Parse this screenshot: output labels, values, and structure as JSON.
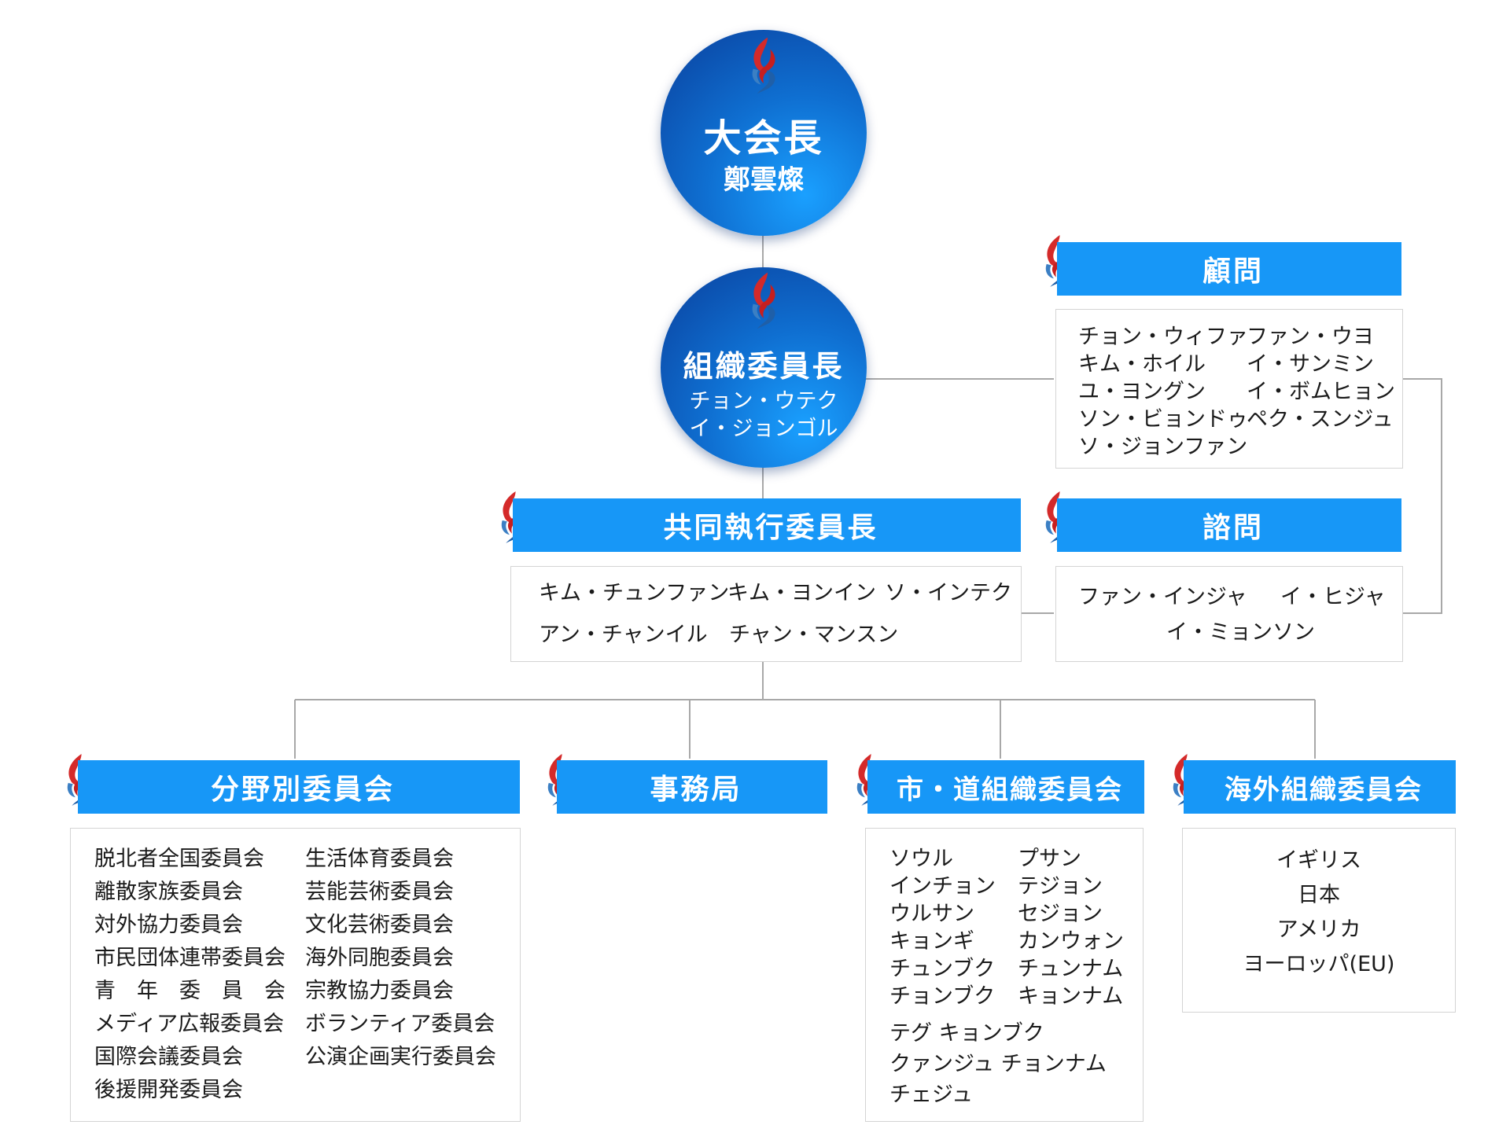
{
  "top": {
    "title": "大会長",
    "name": "鄭雲燦"
  },
  "organizing": {
    "title": "組織委員長",
    "names": [
      "チョン・ウテク",
      "イ・ジョンゴル"
    ]
  },
  "advisor": {
    "title": "顧問",
    "col1": [
      "チョン・ウィファ",
      "キム・ホイル",
      "ユ・ヨングン",
      "ソン・ビョンドゥ",
      "ソ・ジョンファン"
    ],
    "col2": [
      "ファン・ウヨ",
      "イ・サンミン",
      "イ・ボムヒョン",
      "ペク・スンジュ"
    ]
  },
  "consultant": {
    "title": "諮問",
    "names": [
      "ファン・インジャ",
      "イ・ヒジャ",
      "イ・ミョンソン"
    ]
  },
  "co_chairs": {
    "title": "共同執行委員長",
    "row1": [
      "キム・チュンファン",
      "キム・ヨンイン",
      "ソ・インテク"
    ],
    "row2": [
      "アン・チャンイル",
      "チャン・マンスン"
    ]
  },
  "field_committees": {
    "title": "分野別委員会",
    "col1": [
      "脱北者全国委員会",
      "離散家族委員会",
      "対外協力委員会",
      "市民団体連帯委員会",
      "青　年　委　員　会",
      "メディア広報委員会",
      "国際会議委員会",
      "後援開発委員会"
    ],
    "col2": [
      "生活体育委員会",
      "芸能芸術委員会",
      "文化芸術委員会",
      "海外同胞委員会",
      "宗教協力委員会",
      "ボランティア委員会",
      "公演企画実行委員会"
    ]
  },
  "secretariat": {
    "title": "事務局"
  },
  "city_province": {
    "title": "市・道組織委員会",
    "col1": [
      "ソウル",
      "インチョン",
      "ウルサン",
      "キョンギ",
      "チュンブク",
      "チョンブク"
    ],
    "col2": [
      "プサン",
      "テジョン",
      "セジョン",
      "カンウォン",
      "チュンナム",
      "キョンナム"
    ],
    "tail": [
      "テグ キョンブク",
      "クァンジュ チョンナム",
      "チェジュ"
    ]
  },
  "overseas": {
    "title": "海外組織委員会",
    "countries": [
      "イギリス",
      "日本",
      "アメリカ",
      "ヨーロッパ(EU)"
    ]
  },
  "colors": {
    "bar": "#1797f7",
    "circle_dark": "#0a3f9c",
    "circle_light": "#1aa0ff",
    "logo_red": "#d42a2a",
    "logo_blue": "#1f5fa8",
    "line": "#a8a8a8"
  },
  "icons": {
    "logo": "flame-logo-icon"
  }
}
